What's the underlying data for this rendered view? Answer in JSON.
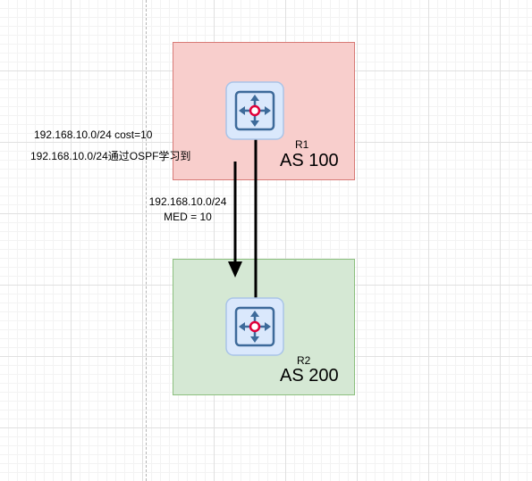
{
  "routers": [
    {
      "name": "R1",
      "as_label": "AS 100",
      "box_fill": "#f8cecc",
      "box_border": "#d77a76"
    },
    {
      "name": "R2",
      "as_label": "AS 200",
      "box_fill": "#d5e8d4",
      "box_border": "#8cbf7e"
    }
  ],
  "annotations": {
    "ospf_cost": "192.168.10.0/24 cost=10",
    "ospf_learned": "192.168.10.0/24通过OSPF学习到",
    "bgp_prefix": "192.168.10.0/24",
    "bgp_med": "MED = 10"
  },
  "icons": {
    "router_icon": "router-icon",
    "router_icon_fill": "#dae8fc",
    "router_icon_stroke": "#6c8ebf",
    "router_arrow_color": "#3d6a9a",
    "router_center_color": "#e0003a"
  },
  "connections": [
    {
      "from": "R1",
      "to": "R2",
      "type": "link"
    },
    {
      "from": "R1",
      "to": "R2",
      "type": "route-advertisement-arrow"
    }
  ]
}
